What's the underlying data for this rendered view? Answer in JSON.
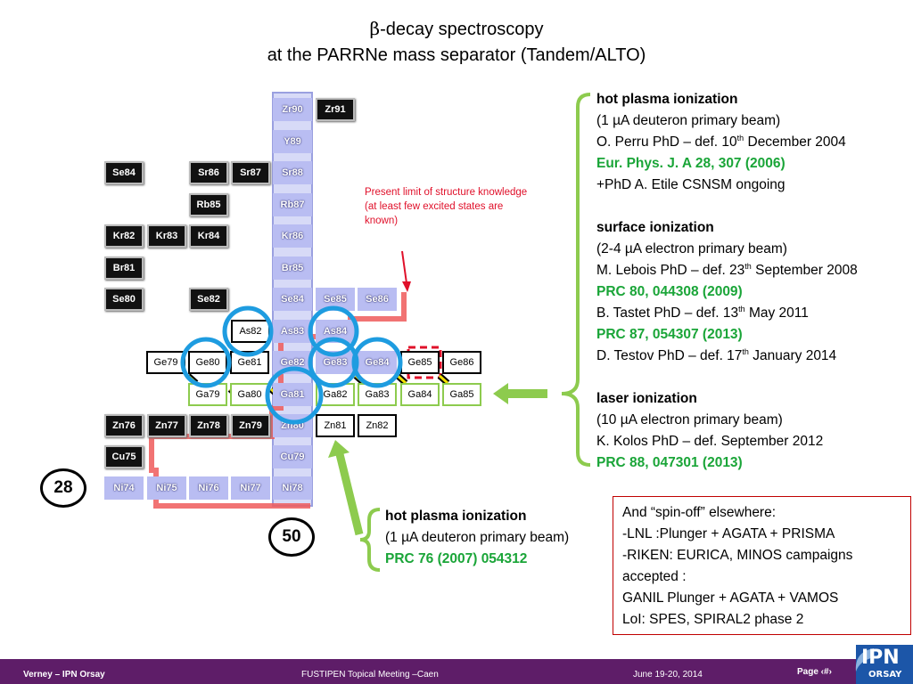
{
  "title": {
    "line1_symbol": "β",
    "line1_rest": "-decay spectroscopy",
    "line2": "at the PARRNe mass separator (Tandem/ALTO)"
  },
  "colors": {
    "accent_green": "#1aa538",
    "arrow_green": "#8dcb4e",
    "limit_red": "#e0102a",
    "footer_purple": "#5e1d68",
    "circle_blue": "#1e9ce0",
    "nuclide_lavender": "#b9bdf2"
  },
  "chart": {
    "nuclides": [
      {
        "label": "Zr90",
        "style": "lavender"
      },
      {
        "label": "Zr91",
        "style": "black"
      },
      {
        "label": "Y89",
        "style": "lavender"
      },
      {
        "label": "Se84",
        "style": "black"
      },
      {
        "label": "Sr86",
        "style": "black"
      },
      {
        "label": "Sr87",
        "style": "black"
      },
      {
        "label": "Sr88",
        "style": "lavender"
      },
      {
        "label": "Rb85",
        "style": "black"
      },
      {
        "label": "Rb87",
        "style": "lavender"
      },
      {
        "label": "Kr82",
        "style": "black"
      },
      {
        "label": "Kr83",
        "style": "black"
      },
      {
        "label": "Kr84",
        "style": "black"
      },
      {
        "label": "Kr86",
        "style": "lavender"
      },
      {
        "label": "Br81",
        "style": "black"
      },
      {
        "label": "Br85",
        "style": "lavender"
      },
      {
        "label": "Se80",
        "style": "black"
      },
      {
        "label": "Se82",
        "style": "black"
      },
      {
        "label": "Se84",
        "style": "lavender"
      },
      {
        "label": "Se85",
        "style": "lavender"
      },
      {
        "label": "Se86",
        "style": "lavender"
      },
      {
        "label": "As82",
        "style": "white"
      },
      {
        "label": "As83",
        "style": "lavender"
      },
      {
        "label": "As84",
        "style": "lavender"
      },
      {
        "label": "Ge79",
        "style": "white"
      },
      {
        "label": "Ge80",
        "style": "white"
      },
      {
        "label": "Ge81",
        "style": "white"
      },
      {
        "label": "Ge82",
        "style": "lavender"
      },
      {
        "label": "Ge83",
        "style": "lavender"
      },
      {
        "label": "Ge84",
        "style": "lavender"
      },
      {
        "label": "Ge85",
        "style": "white"
      },
      {
        "label": "Ge86",
        "style": "white"
      },
      {
        "label": "Ga79",
        "style": "green"
      },
      {
        "label": "Ga80",
        "style": "green"
      },
      {
        "label": "Ga81",
        "style": "lavender"
      },
      {
        "label": "Ga82",
        "style": "green"
      },
      {
        "label": "Ga83",
        "style": "green"
      },
      {
        "label": "Ga84",
        "style": "green"
      },
      {
        "label": "Ga85",
        "style": "green"
      },
      {
        "label": "Zn76",
        "style": "black"
      },
      {
        "label": "Zn77",
        "style": "black"
      },
      {
        "label": "Zn78",
        "style": "black"
      },
      {
        "label": "Zn79",
        "style": "black"
      },
      {
        "label": "Zn80",
        "style": "lavender"
      },
      {
        "label": "Zn81",
        "style": "white"
      },
      {
        "label": "Zn82",
        "style": "white"
      },
      {
        "label": "Cu75",
        "style": "black"
      },
      {
        "label": "Cu79",
        "style": "lavender"
      },
      {
        "label": "Ni74",
        "style": "lavender"
      },
      {
        "label": "Ni75",
        "style": "lavender"
      },
      {
        "label": "Ni76",
        "style": "lavender"
      },
      {
        "label": "Ni77",
        "style": "lavender"
      },
      {
        "label": "Ni78",
        "style": "lavender"
      }
    ],
    "magic_numbers": [
      "28",
      "50"
    ]
  },
  "present_limit": {
    "line1": "Present limit of structure knowledge",
    "line2": "(at least few excited states are known)"
  },
  "right_panel": {
    "s1_title": "hot plasma ionization",
    "s1_beam": "(1 µA deuteron primary beam)",
    "s1_thesis_pre": "O. Perru PhD – def. 10",
    "s1_thesis_sup": "th",
    "s1_thesis_post": " December 2004",
    "s1_ref": "Eur. Phys. J. A 28, 307 (2006)",
    "s1_extra": "+PhD A. Etile CSNSM ongoing",
    "s2_title": "surface ionization",
    "s2_beam": "(2-4 µA electron primary beam)",
    "s2_thesis1_pre": "M. Lebois PhD – def. 23",
    "s2_thesis1_sup": "th",
    "s2_thesis1_post": " September 2008",
    "s2_ref1": "PRC 80, 044308 (2009)",
    "s2_thesis2_pre": "B. Tastet PhD – def. 13",
    "s2_thesis2_sup": "th",
    "s2_thesis2_post": " May 2011",
    "s2_ref2": "PRC 87, 054307 (2013)",
    "s2_thesis3_pre": "D. Testov PhD – def. 17",
    "s2_thesis3_sup": "th",
    "s2_thesis3_post": " January 2014",
    "s3_title": "laser ionization",
    "s3_beam": "(10 µA electron primary beam)",
    "s3_thesis": "K. Kolos PhD – def. September 2012",
    "s3_ref": "PRC 88, 047301 (2013)"
  },
  "bottom_panel": {
    "title": "hot plasma ionization",
    "beam": "(1 µA deuteron primary beam)",
    "ref": "PRC 76 (2007) 054312"
  },
  "spinoff": {
    "line1": "And “spin-off” elsewhere:",
    "line2": "-LNL :Plunger + AGATA + PRISMA",
    "line3": "-RIKEN: EURICA, MINOS campaigns",
    "line4": "accepted :",
    "line5": "GANIL Plunger + AGATA + VAMOS",
    "line6": "LoI: SPES, SPIRAL2 phase 2"
  },
  "footer": {
    "left": "Verney – IPN Orsay",
    "middle": "FUSTIPEN Topical Meeting –Caen",
    "date": "June 19-20, 2014",
    "page": "Page ‹#›"
  },
  "logo": {
    "text": "IPN",
    "sub": "ORSAY"
  }
}
